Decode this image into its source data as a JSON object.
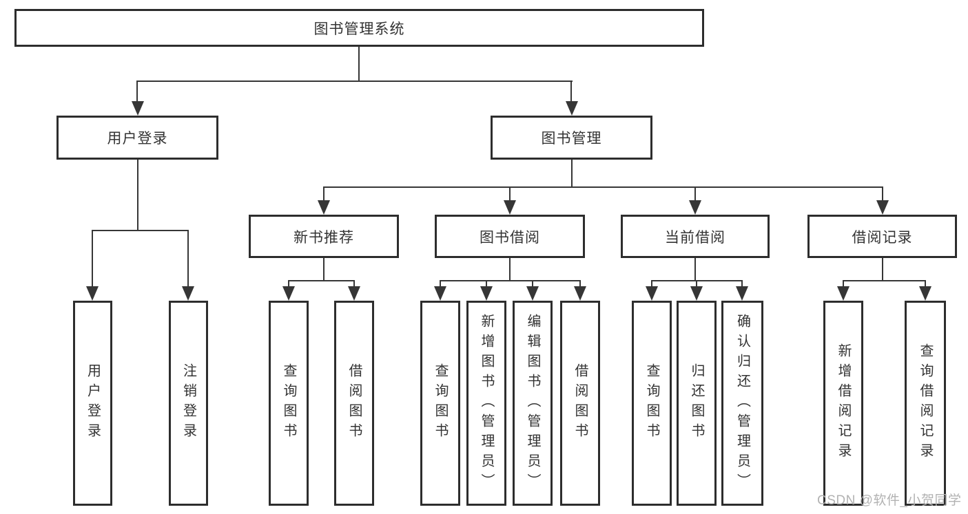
{
  "diagram": {
    "root": {
      "label": "图书管理系统"
    },
    "branches": [
      {
        "label": "用户登录",
        "leaves": [
          {
            "label": "用户登录"
          },
          {
            "label": "注销登录"
          }
        ]
      },
      {
        "label": "图书管理",
        "groups": [
          {
            "label": "新书推荐",
            "leaves": [
              {
                "label": "查询图书"
              },
              {
                "label": "借阅图书"
              }
            ]
          },
          {
            "label": "图书借阅",
            "leaves": [
              {
                "label": "查询图书"
              },
              {
                "label": "新增图书（管理员）"
              },
              {
                "label": "编辑图书（管理员）"
              },
              {
                "label": "借阅图书"
              }
            ]
          },
          {
            "label": "当前借阅",
            "leaves": [
              {
                "label": "查询图书"
              },
              {
                "label": "归还图书"
              },
              {
                "label": "确认归还（管理员）"
              }
            ]
          },
          {
            "label": "借阅记录",
            "leaves": [
              {
                "label": "新增借阅记录"
              },
              {
                "label": "查询借阅记录"
              }
            ]
          }
        ]
      }
    ]
  },
  "watermark": {
    "text": "CSDN @软件_小贺同学"
  },
  "colors": {
    "line": "#363636",
    "box-border": "#2d2d2d",
    "text": "#333333",
    "watermark": "#b2b2b2",
    "background": "#ffffff"
  }
}
